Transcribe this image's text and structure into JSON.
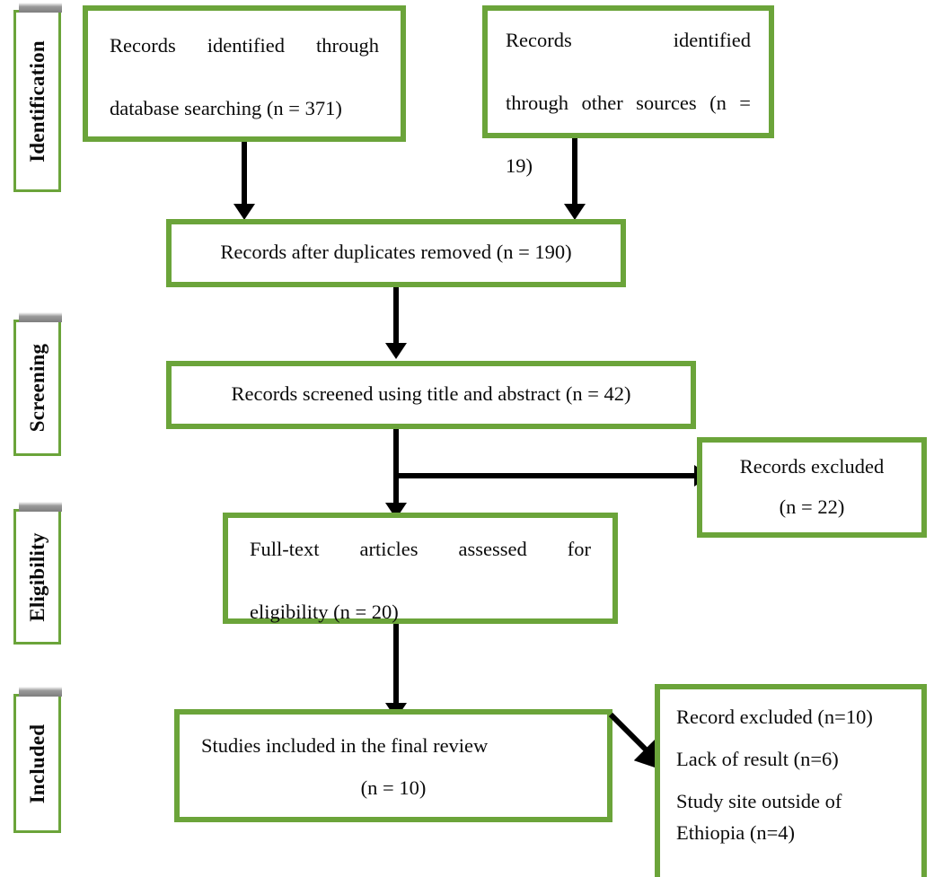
{
  "diagram": {
    "title": "PRISMA flow diagram",
    "accent_color": "#6ba43a",
    "line_color": "#000000",
    "background_color": "#ffffff"
  },
  "stages": [
    {
      "id": "identification",
      "label": "Identification"
    },
    {
      "id": "screening",
      "label": "Screening"
    },
    {
      "id": "eligibility",
      "label": "Eligibility"
    },
    {
      "id": "included",
      "label": "Included"
    }
  ],
  "boxes": {
    "records_database": {
      "line1": "Records identified through",
      "line2": "database searching (n = 371)",
      "n": 371
    },
    "records_other": {
      "line1": "Records identified",
      "line2": "through other sources (n =",
      "line3": "19)",
      "n": 19
    },
    "duplicates_removed": {
      "line1": "Records after duplicates removed (n = 190)",
      "n": 190
    },
    "records_screened": {
      "line1": "Records screened using title and abstract (n = 42)",
      "n": 42
    },
    "records_excluded": {
      "line1": "Records excluded",
      "line2": "(n = 22)",
      "n": 22
    },
    "fulltext_assessed": {
      "line1": "Full-text articles assessed for",
      "line2": "eligibility (n = 20)",
      "n": 20
    },
    "studies_included": {
      "line1": "Studies included in the final review",
      "line2": "(n = 10)",
      "n": 10
    },
    "final_exclusions": {
      "line1": "Record excluded (n=10)",
      "line2": "Lack of result (n=6)",
      "line3": "Study site outside of",
      "line4": "Ethiopia (n=4)",
      "reasons": [
        {
          "label": "Record excluded",
          "n": 10
        },
        {
          "label": "Lack of result",
          "n": 6
        },
        {
          "label": "Study site outside of Ethiopia",
          "n": 4
        }
      ]
    }
  },
  "chart_data": {
    "type": "diagram",
    "title": "PRISMA flow diagram",
    "nodes": [
      {
        "id": "records_database",
        "stage": "Identification",
        "text": "Records identified through database searching (n = 371)",
        "n": 371
      },
      {
        "id": "records_other",
        "stage": "Identification",
        "text": "Records identified through other sources (n = 19)",
        "n": 19
      },
      {
        "id": "duplicates_removed",
        "stage": "Identification",
        "text": "Records after duplicates removed (n = 190)",
        "n": 190
      },
      {
        "id": "records_screened",
        "stage": "Screening",
        "text": "Records screened using title and abstract (n = 42)",
        "n": 42
      },
      {
        "id": "records_excluded",
        "stage": "Screening",
        "text": "Records excluded (n = 22)",
        "n": 22
      },
      {
        "id": "fulltext_assessed",
        "stage": "Eligibility",
        "text": "Full-text articles assessed for eligibility (n = 20)",
        "n": 20
      },
      {
        "id": "studies_included",
        "stage": "Included",
        "text": "Studies included in the final review (n = 10)",
        "n": 10
      },
      {
        "id": "final_exclusions",
        "stage": "Included",
        "text": "Record excluded (n=10); Lack of result (n=6); Study site outside of Ethiopia (n=4)",
        "n": 10
      }
    ],
    "edges": [
      {
        "from": "records_database",
        "to": "duplicates_removed"
      },
      {
        "from": "records_other",
        "to": "duplicates_removed"
      },
      {
        "from": "duplicates_removed",
        "to": "records_screened"
      },
      {
        "from": "records_screened",
        "to": "fulltext_assessed"
      },
      {
        "from": "records_screened",
        "to": "records_excluded"
      },
      {
        "from": "fulltext_assessed",
        "to": "studies_included"
      },
      {
        "from": "studies_included",
        "to": "final_exclusions"
      }
    ]
  }
}
